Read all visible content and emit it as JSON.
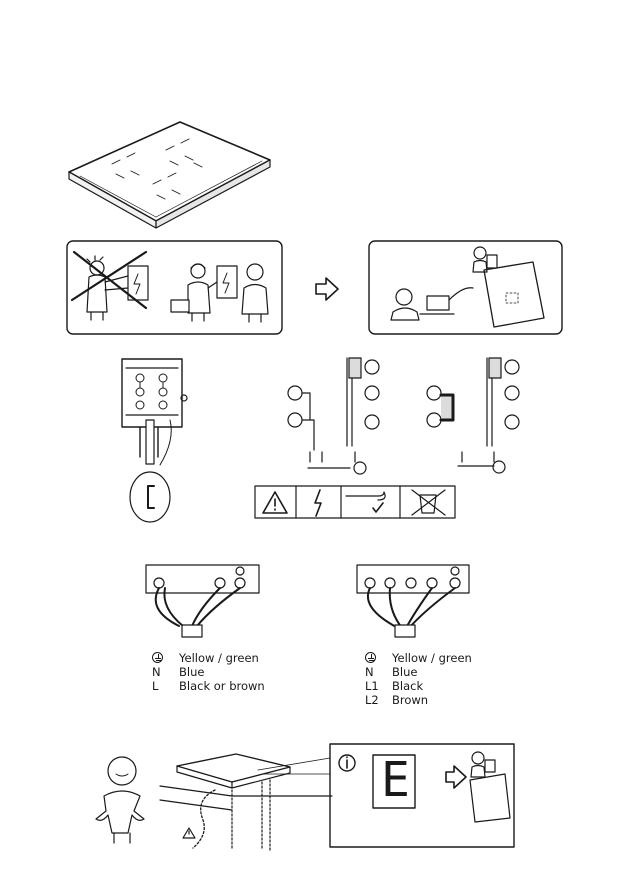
{
  "legend_single_phase": {
    "rows": [
      {
        "symbol": "earth",
        "label": "",
        "text": "Yellow / green"
      },
      {
        "symbol": "text",
        "label": "N",
        "text": "Blue"
      },
      {
        "symbol": "text",
        "label": "L",
        "text": "Black or brown"
      }
    ]
  },
  "legend_two_phase": {
    "rows": [
      {
        "symbol": "earth",
        "label": "",
        "text": "Yellow / green"
      },
      {
        "symbol": "text",
        "label": "N",
        "text": "Blue"
      },
      {
        "symbol": "text",
        "label": "L1",
        "text": "Black"
      },
      {
        "symbol": "text",
        "label": "L2",
        "text": "Brown"
      }
    ]
  },
  "info_panel": {
    "icon": "info-icon",
    "error_code": "E"
  },
  "icons": [
    "cooktop-illustration",
    "warning-triangle-icon",
    "lightning-icon",
    "screwdriver-icon",
    "crossed-bin-icon",
    "arrow-right-icon"
  ]
}
